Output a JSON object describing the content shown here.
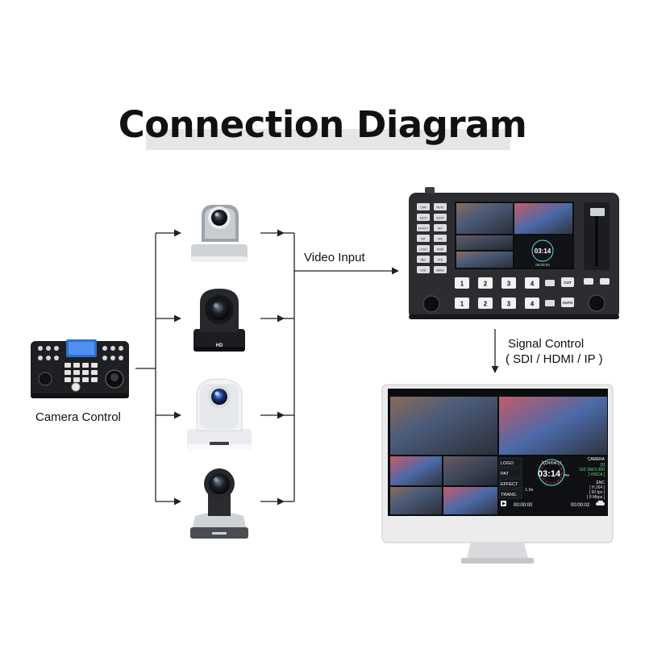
{
  "title": "Connection Diagram",
  "labels": {
    "camera_control": "Camera Control",
    "video_input": "Video Input",
    "signal_control": "Signal Control",
    "signal_protocols": "( SDI / HDMI / IP )"
  },
  "switcher": {
    "buttons_left": [
      "CAM",
      "AUTO",
      "EFFECT",
      "PAT",
      "LOGO",
      "REC",
      "LIVE"
    ],
    "buttons_left_b": [
      "MUTE",
      "AUDIO",
      "KEY",
      "MIC",
      "HDMI",
      "FTB",
      "MENU"
    ],
    "pgm_keys": [
      "1",
      "2",
      "3",
      "4"
    ],
    "pvw_keys": [
      "1",
      "2",
      "3",
      "4"
    ],
    "cut_label": "CUT",
    "auto_label": "AUTO",
    "screen_time": "03:14",
    "screen_counter": "00:00:00"
  },
  "monitor": {
    "menu_items": [
      "LOGO",
      "PAT",
      "EFFECT",
      "TRANS."
    ],
    "trans_time": "1.9s",
    "date": "2024/04/17",
    "clock": "03:14",
    "clock_suffix": "PM",
    "camera_label": "CAMERA",
    "camera_value": "[2]",
    "ip": "192.168.0.200",
    "protocol": "[ VISCA ]",
    "enc_label": "ENC",
    "enc_codec": "[ H.264 ]",
    "enc_fps": "[ 60 fps ]",
    "enc_bitrate": "[ 8 Mbps ]",
    "rec_time": "00:00:00",
    "live_time": "00:00:02"
  },
  "camera_badge": "HD",
  "colors": {
    "accent_green": "#6fe07a",
    "accent_red": "#e0433a",
    "accent_cyan": "#66d9ef",
    "device_dark": "#2b2d31",
    "wire": "#222222"
  }
}
